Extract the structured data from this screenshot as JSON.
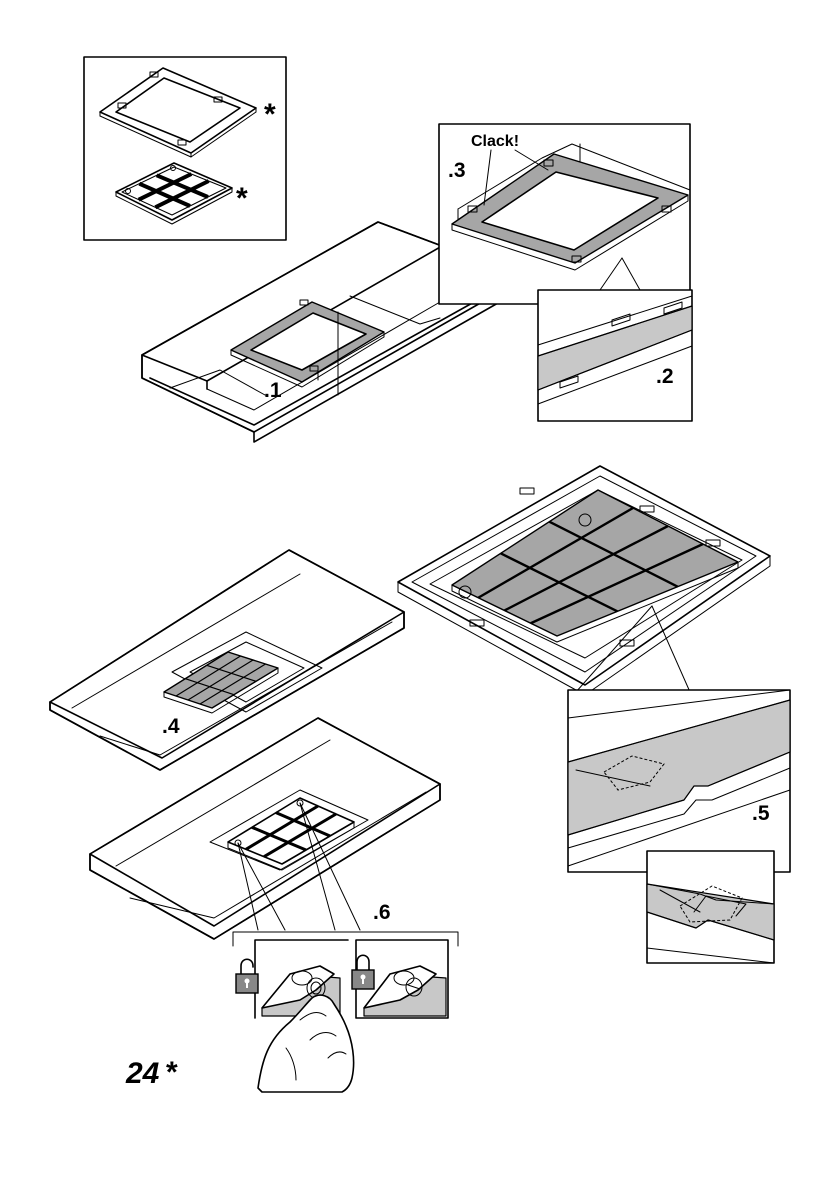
{
  "labels": {
    "asterisk_frame": "*",
    "asterisk_filter": "*",
    "clack": "Clack!",
    "step_1": ".1",
    "step_2": ".2",
    "step_3": ".3",
    "step_4": ".4",
    "step_5": ".5",
    "step_6": ".6",
    "page_number": "24",
    "page_asterisk": "*"
  },
  "icons": {
    "lock_open": "padlock-open",
    "lock_closed": "padlock-closed"
  },
  "colors": {
    "line": "#000000",
    "filter_fill": "#a6a6a6",
    "detail_fill": "#c8c8c8",
    "background": "#ffffff"
  }
}
